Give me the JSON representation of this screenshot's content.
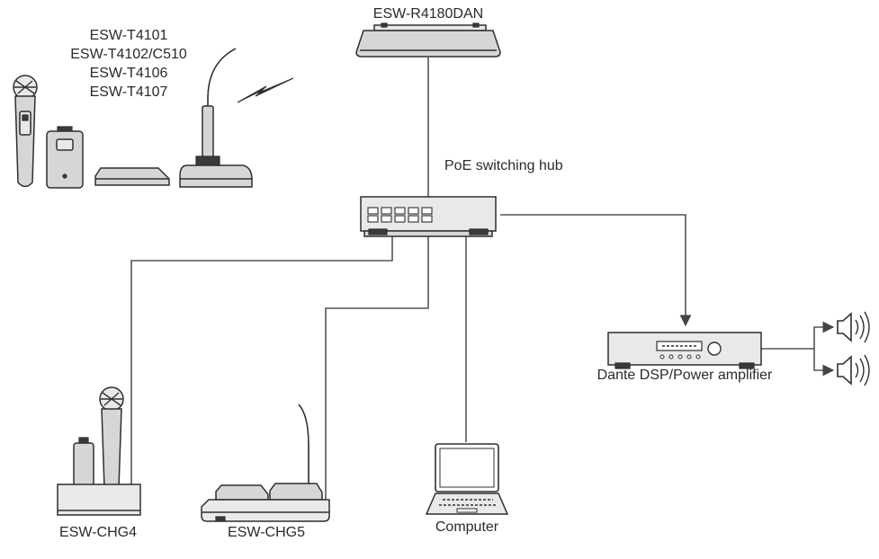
{
  "labels": {
    "receiver": "ESW-R4180DAN",
    "transmitters": [
      "ESW-T4101",
      "ESW-T4102/C510",
      "ESW-T4106",
      "ESW-T4107"
    ],
    "hub": "PoE switching hub",
    "amplifier": "Dante DSP/Power amplifier",
    "computer": "Computer",
    "charger4": "ESW-CHG4",
    "charger5": "ESW-CHG5"
  }
}
